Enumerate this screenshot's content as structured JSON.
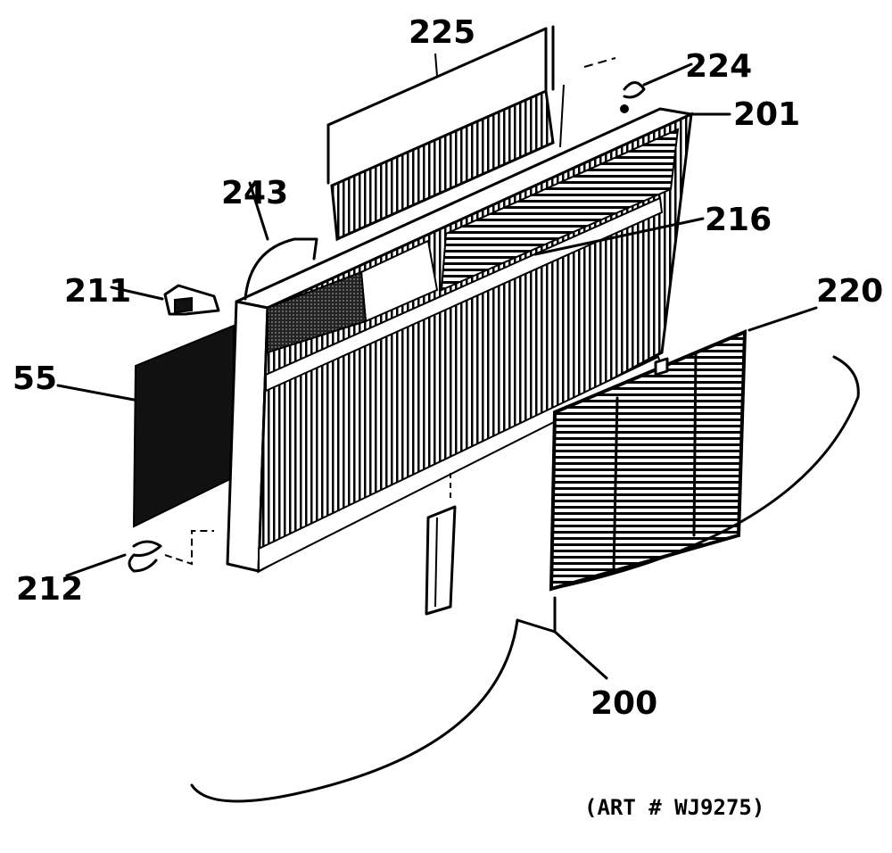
{
  "labels": {
    "p225": "225",
    "p224": "224",
    "p201": "201",
    "p243": "243",
    "p216": "216",
    "p211": "211",
    "p220": "220",
    "p55": "55",
    "p212": "212",
    "p200": "200"
  },
  "art_number": "(ART # WJ9275)"
}
